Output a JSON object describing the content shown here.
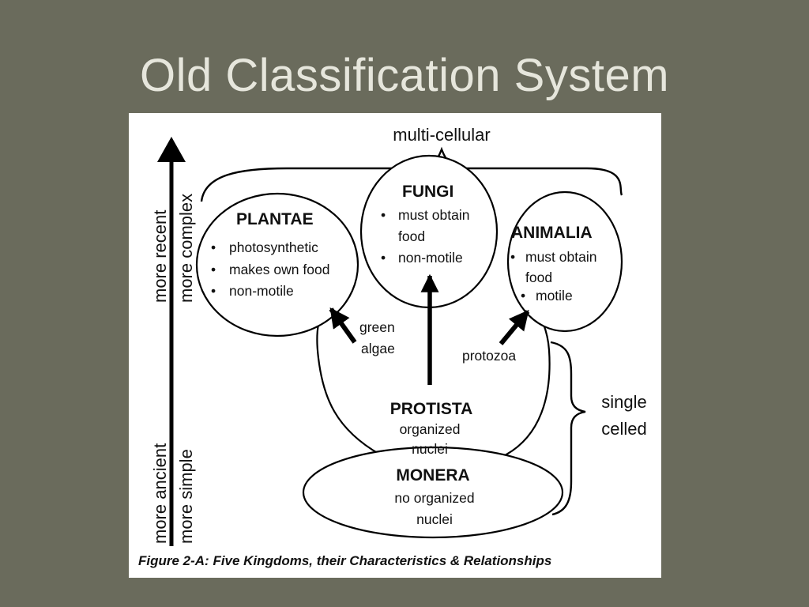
{
  "slide": {
    "title": "Old Classification System"
  },
  "figure": {
    "top_label": "multi-cellular",
    "axis": {
      "top_outer": "more recent",
      "top_inner": "more complex",
      "bottom_outer": "more ancient",
      "bottom_inner": "more simple"
    },
    "plantae": {
      "name": "PLANTAE",
      "traits": [
        "photosynthetic",
        "makes own food",
        "non-motile"
      ]
    },
    "fungi": {
      "name": "FUNGI",
      "traits": [
        "must obtain",
        "food",
        "non-motile"
      ]
    },
    "animalia": {
      "name": "ANIMALIA",
      "traits": [
        "must obtain",
        "food",
        "motile"
      ]
    },
    "protista": {
      "name": "PROTISTA",
      "desc1": "organized",
      "desc2": "nuclei"
    },
    "monera": {
      "name": "MONERA",
      "desc1": "no organized",
      "desc2": "nuclei"
    },
    "arrows": {
      "green_algae_1": "green",
      "green_algae_2": "algae",
      "protozoa": "protozoa"
    },
    "single_celled": {
      "line1": "single",
      "line2": "celled"
    },
    "caption": "Figure 2-A:  Five Kingdoms, their Characteristics & Relationships"
  }
}
